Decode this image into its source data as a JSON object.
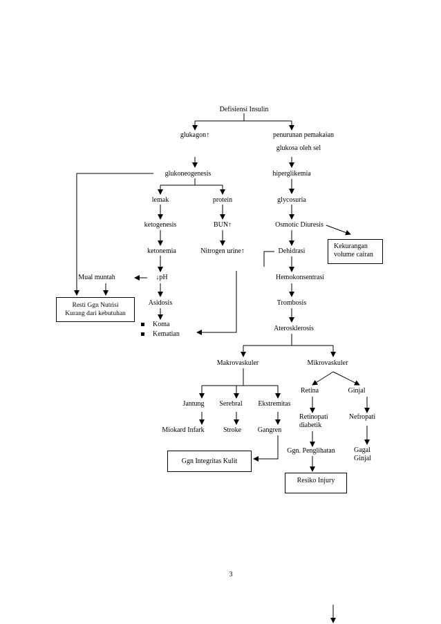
{
  "nodes": {
    "defisiensi": "Defisiensi Insulin",
    "glukagon": "glukagon↑",
    "penurunan": "penurunan pemakaian",
    "glukosa_sel": "glukosa oleh sel",
    "glukoneogenesis": "glukoneogenesis",
    "hiperglikemia": "hiperglikemia",
    "lemak": "lemak",
    "protein": "protein",
    "glycosuria": "glycosuria",
    "ketogenesis": "ketogenesis",
    "bun": "BUN↑",
    "osmotic": "Osmotic Diuresis",
    "ketonemia": "ketonemia",
    "nitrogen": "Nitrogen urine↑",
    "dehidrasi": "Dehidrasi",
    "mual": "Mual muntah",
    "ph": "↓pH",
    "hemokonsentrasi": "Hemokonsentrasi",
    "asidosis": "Asidosis",
    "trombosis": "Trombosis",
    "koma": "Koma",
    "kematian": "Kematian",
    "aterosklerosis": "Aterosklerosis",
    "makrovaskuler": "Makrovaskuler",
    "mikrovaskuler": "Mikrovaskuler",
    "retina": "Retina",
    "ginjal": "Ginjal",
    "jantung": "Jantung",
    "serebral": "Serebral",
    "ekstremitas": "Ekstremitas",
    "retinopati_1": "Retinopati",
    "retinopati_2": "diabetik",
    "nefropati": "Nefropati",
    "miokard": "Miokard Infark",
    "stroke": "Stroke",
    "gangren": "Gangren",
    "gangguan_penglihatan": "Ggn. Penglihatan",
    "gagal_1": "Gagal",
    "gagal_2": "Ginjal"
  },
  "boxes": {
    "kekurangan_1": "Kekurangan",
    "kekurangan_2": "volume cairan",
    "resti_1": "Resti Ggn Nutrisi",
    "resti_2": "Kurang dari kebutuhan",
    "integritas": "Ggn Integritas Kulit",
    "injury": "Resiko Injury"
  },
  "page_number": "3"
}
